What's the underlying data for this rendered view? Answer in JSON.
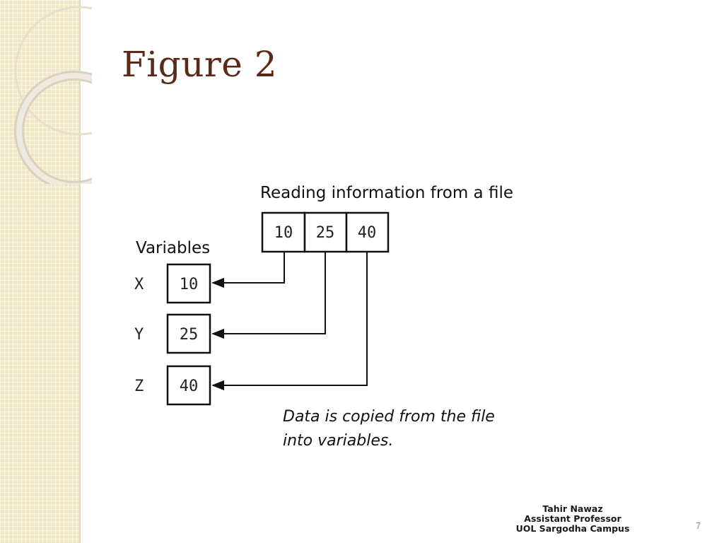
{
  "slide": {
    "title": "Figure 2",
    "page_number": "7"
  },
  "diagram": {
    "file_caption": "Reading information from a file",
    "file_values": [
      "10",
      "25",
      "40"
    ],
    "variables_label": "Variables",
    "variables": [
      {
        "name": "X",
        "value": "10"
      },
      {
        "name": "Y",
        "value": "25"
      },
      {
        "name": "Z",
        "value": "40"
      }
    ],
    "note_line1": "Data is copied from the file",
    "note_line2": "into variables."
  },
  "credit": {
    "name": "Tahir Nawaz",
    "position": "Assistant Professor",
    "campus": "UOL Sargodha Campus"
  },
  "colors": {
    "title": "#5a2a17",
    "sidebar": "#f3e6c2"
  }
}
